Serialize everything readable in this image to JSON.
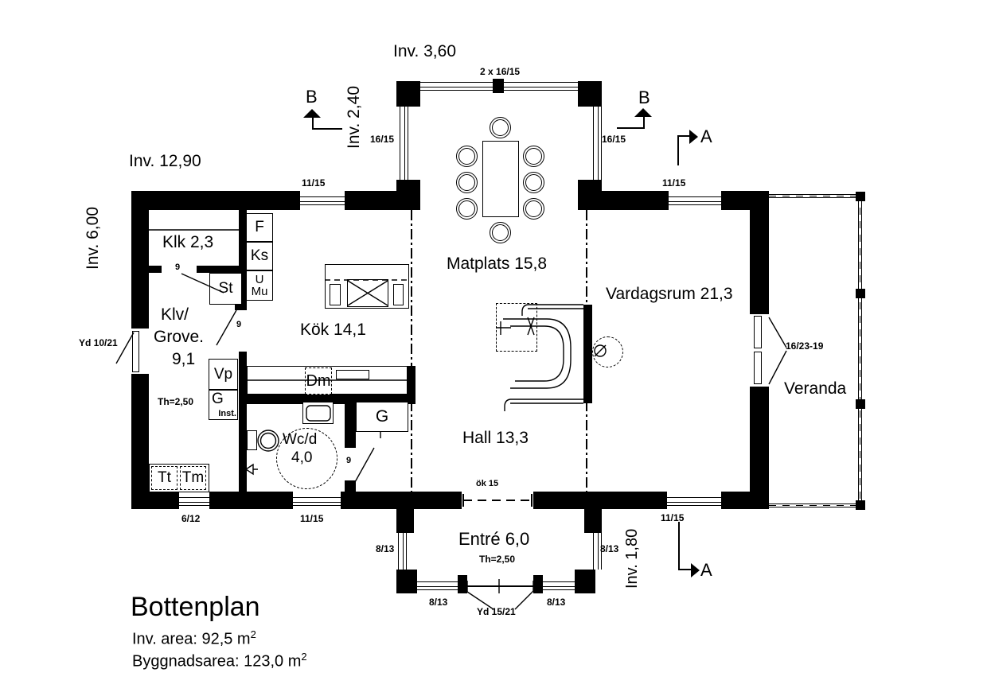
{
  "colors": {
    "ink": "#000000",
    "paper": "#ffffff"
  },
  "rooms": {
    "klk": "Klk 2,3",
    "klv_line1": "Klv/",
    "klv_line2": "Grove.",
    "klv_line3": "9,1",
    "kok": "Kök 14,1",
    "matplats": "Matplats 15,8",
    "vardagsrum": "Vardagsrum 21,3",
    "hall": "Hall 13,3",
    "wcd_line1": "Wc/d",
    "wcd_line2": "4,0",
    "entre": "Entré 6,0",
    "veranda": "Veranda"
  },
  "inner_dimensions": {
    "top_bay_width": "Inv. 3,60",
    "top_bay_depth": "Inv. 2,40",
    "main_width": "Inv. 12,90",
    "main_depth": "Inv. 6,00",
    "entre_depth": "Inv. 1,80"
  },
  "ceiling_heights": {
    "klv": "Th=2,50",
    "entre": "Th=2,50"
  },
  "openings": {
    "bay_top_window": "2 x 16/15",
    "bay_left_window": "16/15",
    "bay_right_window": "16/15",
    "top_left_window": "11/15",
    "top_right_window": "11/15",
    "bottom_small_window": "6/12",
    "bottom_left_window": "11/15",
    "bottom_right_window": "11/15",
    "entre_left_window": "8/13",
    "entre_right_window": "8/13",
    "entre_front_left_window": "8/13",
    "entre_front_right_window": "8/13",
    "side_door": "Yd 10/21",
    "front_door": "Yd 15/21",
    "veranda_door": "16/23-19",
    "hall_beam": "ök 15",
    "door_klk": "9",
    "door_klv": "9",
    "door_wc": "9"
  },
  "fixtures": {
    "freezer": "F",
    "fridge": "Ks",
    "oven": "U",
    "micro": "Mu",
    "cleaning_cabinet": "St",
    "heat_pump": "Vp",
    "inst_cabinet": "G",
    "inst": "Inst.",
    "dishwasher": "Dm",
    "wardrobe": "G",
    "dryer": "Tt",
    "washer": "Tm"
  },
  "sections": {
    "a": "A",
    "b": "B"
  },
  "title_block": {
    "title": "Bottenplan",
    "inv_area": "Inv. area: 92,5 m",
    "inv_area_sup": "2",
    "building_area": "Byggnadsarea: 123,0 m",
    "building_area_sup": "2"
  }
}
